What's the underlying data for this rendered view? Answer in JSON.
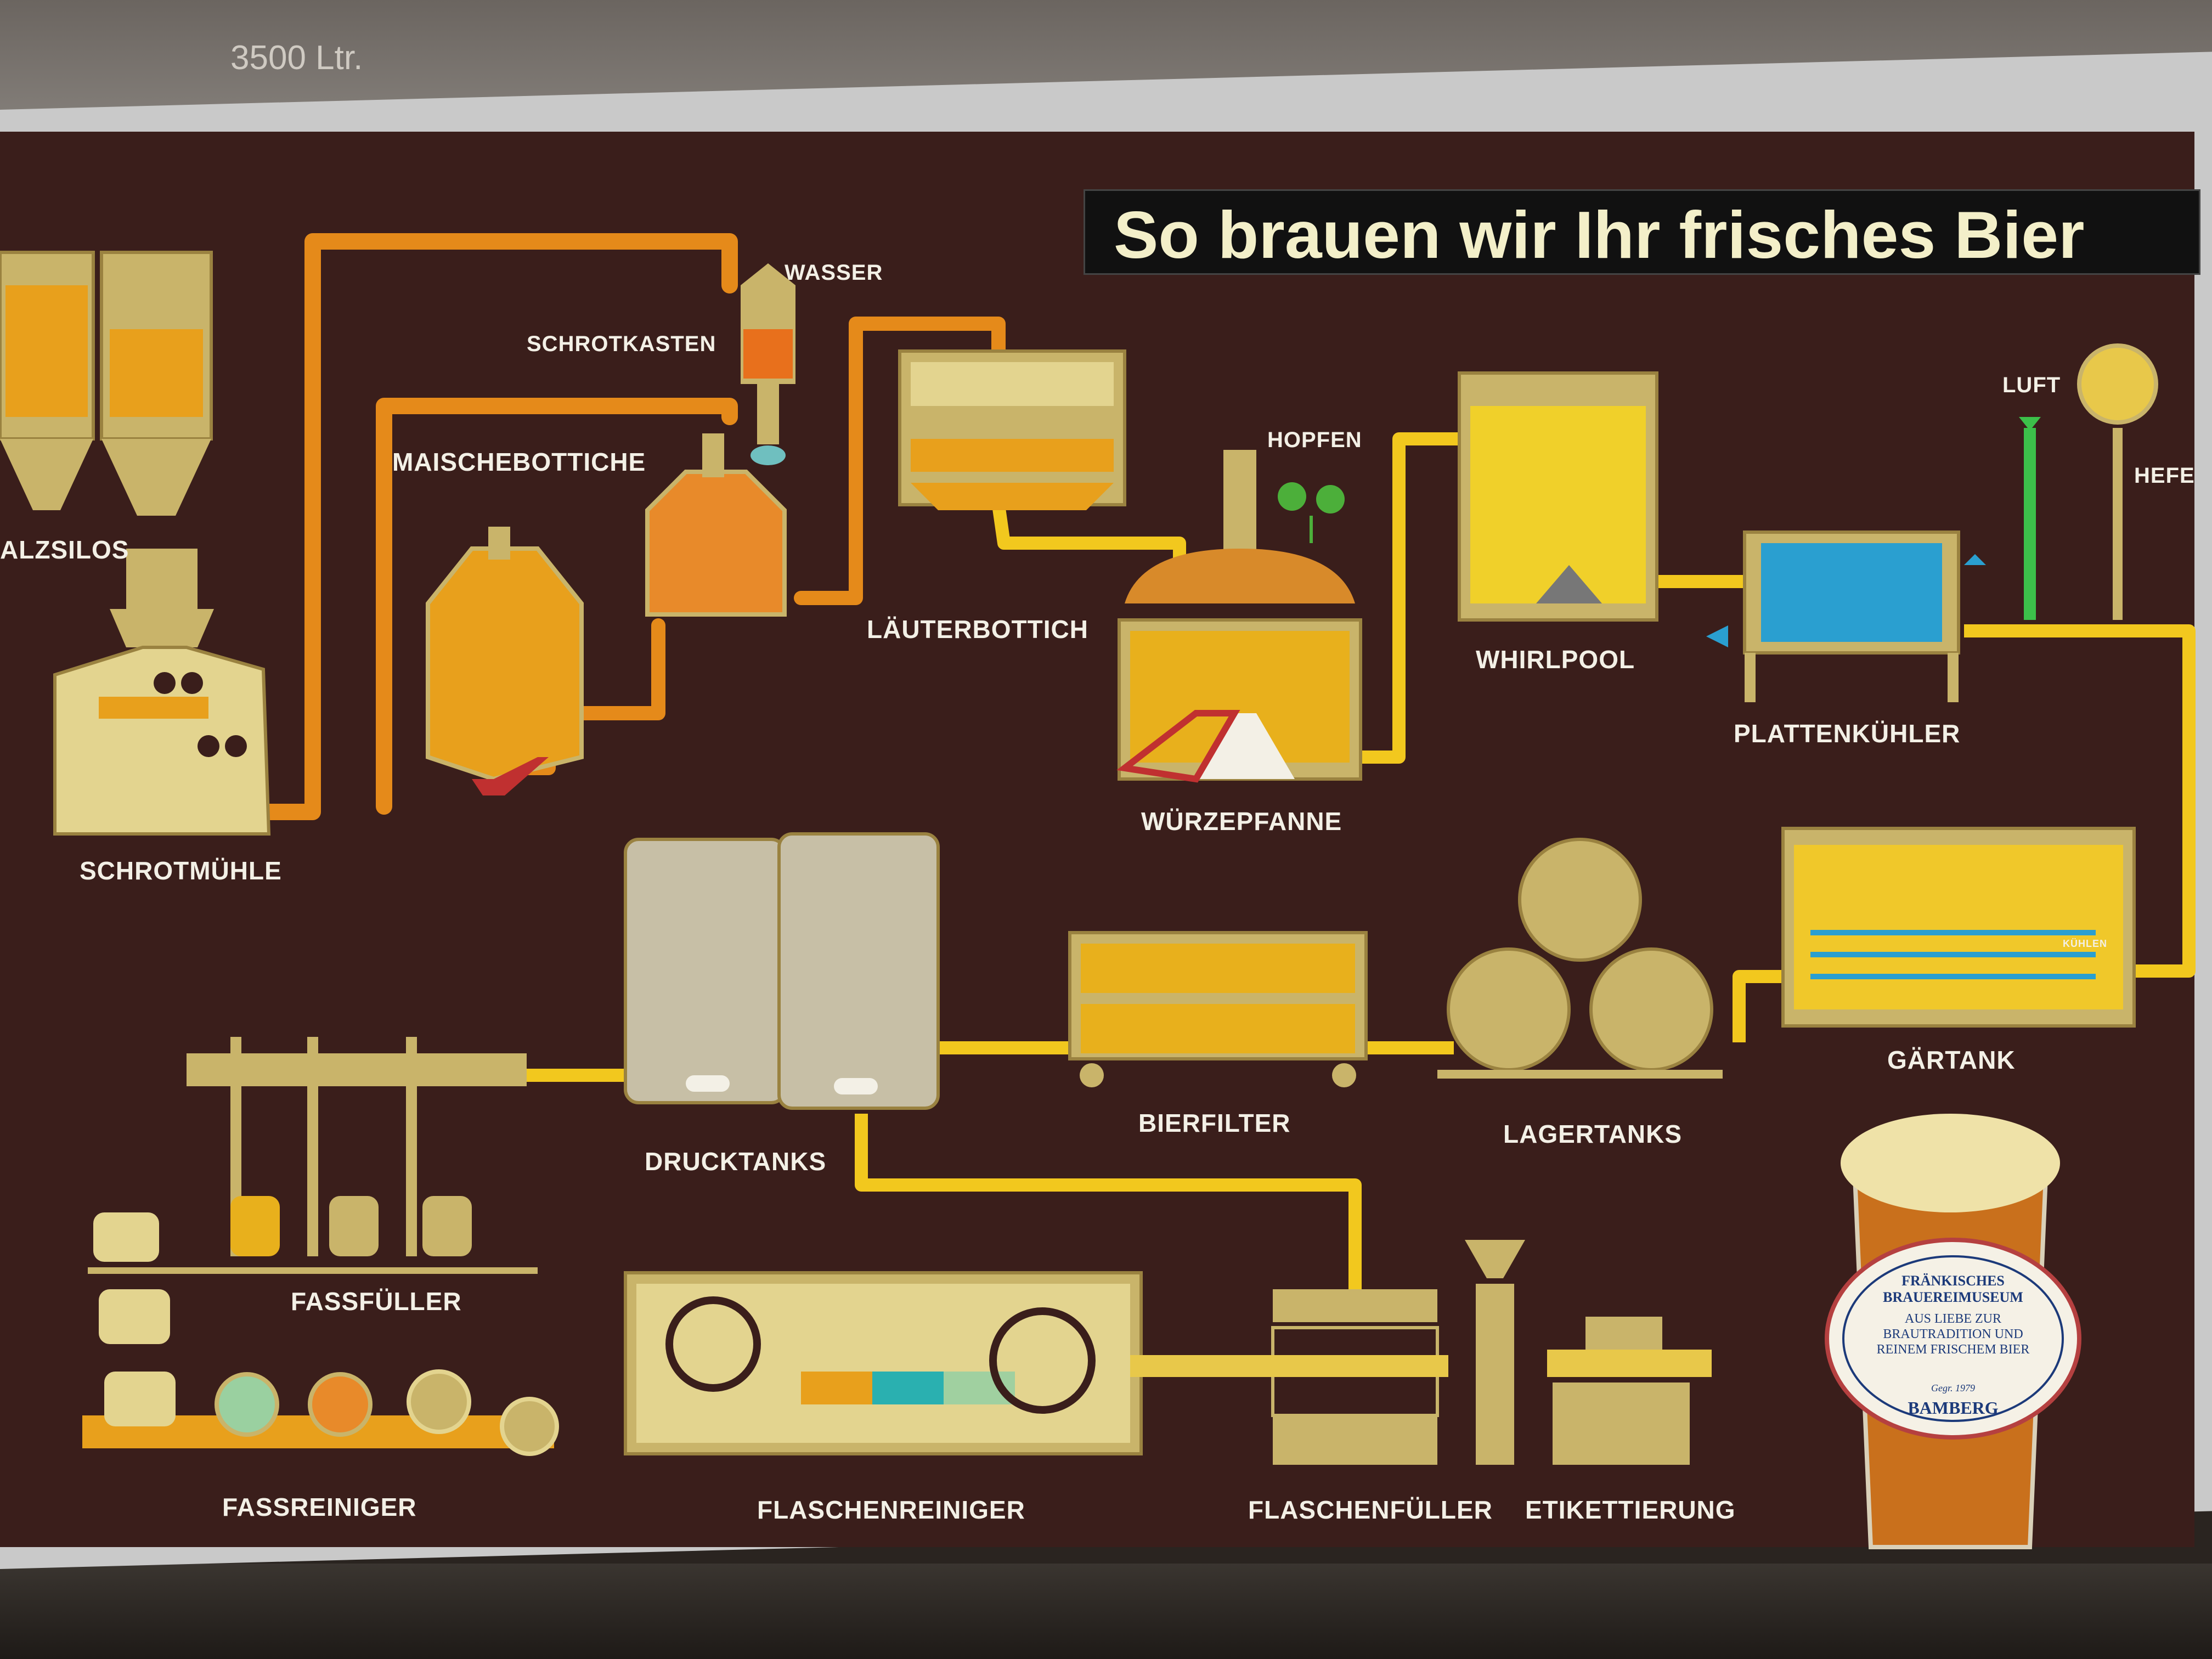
{
  "title": "So brauen wir Ihr frisches Bier",
  "labels": {
    "malzsilos": "ALZSILOS",
    "schrotmuehle": "SCHROTMÜHLE",
    "schrotkasten": "SCHROTKASTEN",
    "wasser": "WASSER",
    "maischebottiche": "MAISCHEBOTTICHE",
    "laeuterbottich": "LÄUTERBOTTICH",
    "hopfen": "HOPFEN",
    "wuerzepfanne": "WÜRZEPFANNE",
    "whirlpool": "WHIRLPOOL",
    "luft": "LUFT",
    "hefe": "HEFE",
    "plattenkuehler": "PLATTENKÜHLER",
    "gaertank": "GÄRTANK",
    "kuehlen": "KÜHLEN",
    "lagertanks": "LAGERTANKS",
    "bierfilter": "BIERFILTER",
    "drucktanks": "DRUCKTANKS",
    "fassfueller": "FASSFÜLLER",
    "fassreiniger": "FASSREINIGER",
    "flaschenreiniger": "FLASCHENREINIGER",
    "flaschenfueller": "FLASCHENFÜLLER",
    "etikettierung": "ETIKETTIERUNG"
  },
  "background": {
    "tank_volume": "3500 Ltr."
  },
  "badge": {
    "top": "FRÄNKISCHES BRAUEREIMUSEUM",
    "middle": "AUS LIEBE ZUR BRAUTRADITION UND REINEM FRISCHEM BIER",
    "small": "Gegr. 1979",
    "bottom": "BAMBERG"
  },
  "colors": {
    "panel": "#3a1e1b",
    "pipe_orange": "#e58a1a",
    "pipe_yellow": "#f2c81e",
    "equipment_gold": "#c9b46a",
    "liquid_orange": "#e88a2a",
    "label_white": "#f3f0e6",
    "air_green": "#3cc04a",
    "cool_blue": "#2a9fd0"
  }
}
